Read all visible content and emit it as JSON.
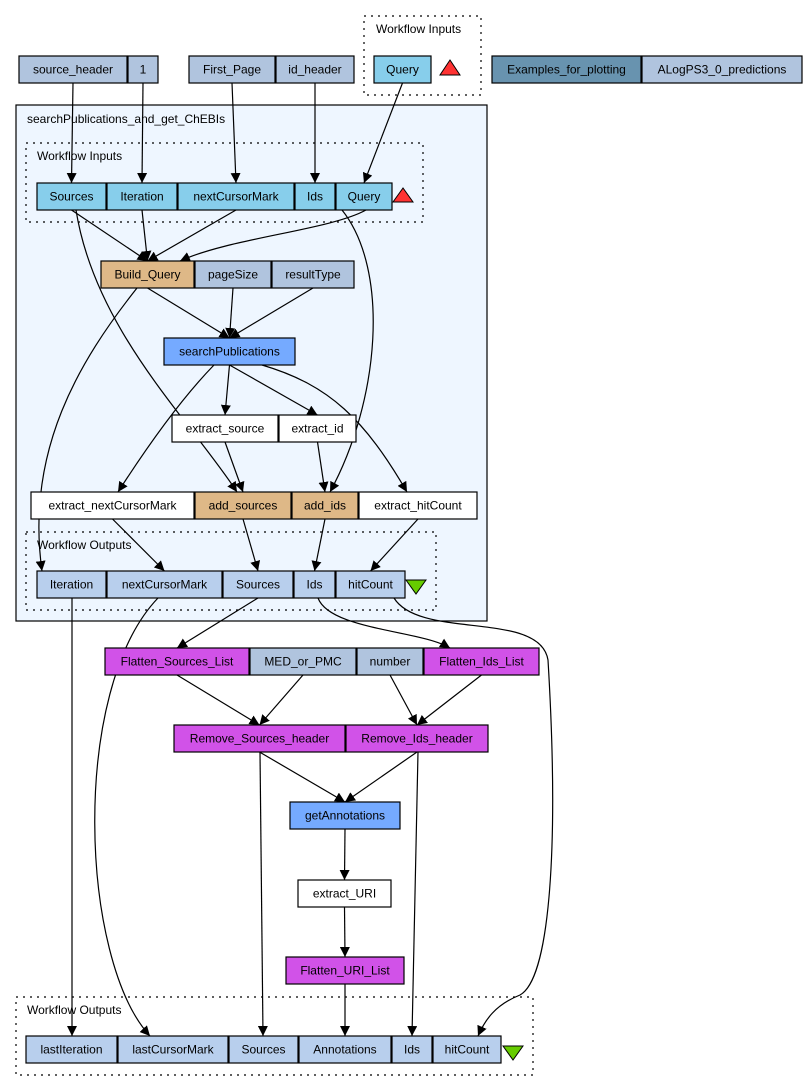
{
  "colors": {
    "constant": "#b0c4de",
    "workflow_input": "#87ceeb",
    "workflow_output": "#b8cfed",
    "beanshell": "#deb887",
    "service": "#75aaff",
    "xpath": "#ffffff",
    "flatten": "#d152e8",
    "other_constant": "#6893af",
    "nested_bg": "#eef6ff",
    "input_triangle": "#ff3333",
    "output_triangle": "#66cc00"
  },
  "clusters": {
    "top_inputs": {
      "label": "Workflow Inputs"
    },
    "nested": {
      "label": "searchPublications_and_get_ChEBIs"
    },
    "nested_inputs": {
      "label": "Workflow Inputs"
    },
    "nested_outputs": {
      "label": "Workflow Outputs"
    },
    "bottom_outputs": {
      "label": "Workflow Outputs"
    }
  },
  "nodes": [
    {
      "id": "source_header",
      "label": "source_header",
      "kind": "constant"
    },
    {
      "id": "one",
      "label": "1",
      "kind": "constant"
    },
    {
      "id": "first_page",
      "label": "First_Page",
      "kind": "constant"
    },
    {
      "id": "id_header",
      "label": "id_header",
      "kind": "constant"
    },
    {
      "id": "top_query",
      "label": "Query",
      "kind": "workflow_input"
    },
    {
      "id": "examples_for_plotting",
      "label": "Examples_for_plotting",
      "kind": "other_constant"
    },
    {
      "id": "alogps",
      "label": "ALogPS3_0_predictions",
      "kind": "constant"
    },
    {
      "id": "in_sources",
      "label": "Sources",
      "kind": "workflow_input"
    },
    {
      "id": "in_iteration",
      "label": "Iteration",
      "kind": "workflow_input"
    },
    {
      "id": "in_nextcursormark",
      "label": "nextCursorMark",
      "kind": "workflow_input"
    },
    {
      "id": "in_ids",
      "label": "Ids",
      "kind": "workflow_input"
    },
    {
      "id": "in_query",
      "label": "Query",
      "kind": "workflow_input"
    },
    {
      "id": "build_query",
      "label": "Build_Query",
      "kind": "beanshell"
    },
    {
      "id": "pagesize",
      "label": "pageSize",
      "kind": "constant"
    },
    {
      "id": "resulttype",
      "label": "resultType",
      "kind": "constant"
    },
    {
      "id": "searchpublications",
      "label": "searchPublications",
      "kind": "service"
    },
    {
      "id": "extract_source",
      "label": "extract_source",
      "kind": "xpath"
    },
    {
      "id": "extract_id",
      "label": "extract_id",
      "kind": "xpath"
    },
    {
      "id": "extract_nextcursormark",
      "label": "extract_nextCursorMark",
      "kind": "xpath"
    },
    {
      "id": "add_sources",
      "label": "add_sources",
      "kind": "beanshell"
    },
    {
      "id": "add_ids",
      "label": "add_ids",
      "kind": "beanshell"
    },
    {
      "id": "extract_hitcount",
      "label": "extract_hitCount",
      "kind": "xpath"
    },
    {
      "id": "out_iteration",
      "label": "Iteration",
      "kind": "workflow_output"
    },
    {
      "id": "out_nextcursormark",
      "label": "nextCursorMark",
      "kind": "workflow_output"
    },
    {
      "id": "out_sources",
      "label": "Sources",
      "kind": "workflow_output"
    },
    {
      "id": "out_ids",
      "label": "Ids",
      "kind": "workflow_output"
    },
    {
      "id": "out_hitcount",
      "label": "hitCount",
      "kind": "workflow_output"
    },
    {
      "id": "flatten_sources_list",
      "label": "Flatten_Sources_List",
      "kind": "flatten"
    },
    {
      "id": "med_or_pmc",
      "label": "MED_or_PMC",
      "kind": "constant"
    },
    {
      "id": "number",
      "label": "number",
      "kind": "constant"
    },
    {
      "id": "flatten_ids_list",
      "label": "Flatten_Ids_List",
      "kind": "flatten"
    },
    {
      "id": "remove_sources_header",
      "label": "Remove_Sources_header",
      "kind": "flatten"
    },
    {
      "id": "remove_ids_header",
      "label": "Remove_Ids_header",
      "kind": "flatten"
    },
    {
      "id": "getannotations",
      "label": "getAnnotations",
      "kind": "service"
    },
    {
      "id": "extract_uri",
      "label": "extract_URI",
      "kind": "xpath"
    },
    {
      "id": "flatten_uri_list",
      "label": "Flatten_URI_List",
      "kind": "flatten"
    },
    {
      "id": "final_lastiteration",
      "label": "lastIteration",
      "kind": "workflow_output"
    },
    {
      "id": "final_lastcursormark",
      "label": "lastCursorMark",
      "kind": "workflow_output"
    },
    {
      "id": "final_sources",
      "label": "Sources",
      "kind": "workflow_output"
    },
    {
      "id": "final_annotations",
      "label": "Annotations",
      "kind": "workflow_output"
    },
    {
      "id": "final_ids",
      "label": "Ids",
      "kind": "workflow_output"
    },
    {
      "id": "final_hitcount",
      "label": "hitCount",
      "kind": "workflow_output"
    }
  ],
  "edges": [
    [
      "source_header",
      "in_sources"
    ],
    [
      "one",
      "in_iteration"
    ],
    [
      "first_page",
      "in_nextcursormark"
    ],
    [
      "id_header",
      "in_ids"
    ],
    [
      "top_query",
      "in_query"
    ],
    [
      "in_sources",
      "build_query"
    ],
    [
      "in_iteration",
      "build_query"
    ],
    [
      "in_nextcursormark",
      "build_query"
    ],
    [
      "in_query",
      "build_query"
    ],
    [
      "in_sources",
      "add_sources"
    ],
    [
      "in_ids",
      "add_ids"
    ],
    [
      "in_iteration",
      "out_iteration"
    ],
    [
      "build_query",
      "searchpublications"
    ],
    [
      "pagesize",
      "searchpublications"
    ],
    [
      "resulttype",
      "searchpublications"
    ],
    [
      "searchpublications",
      "extract_source"
    ],
    [
      "searchpublications",
      "extract_id"
    ],
    [
      "searchpublications",
      "extract_nextcursormark"
    ],
    [
      "searchpublications",
      "extract_hitcount"
    ],
    [
      "extract_source",
      "add_sources"
    ],
    [
      "extract_id",
      "add_ids"
    ],
    [
      "extract_nextcursormark",
      "out_nextcursormark"
    ],
    [
      "add_sources",
      "out_sources"
    ],
    [
      "add_ids",
      "out_ids"
    ],
    [
      "extract_hitcount",
      "out_hitcount"
    ],
    [
      "out_sources",
      "flatten_sources_list"
    ],
    [
      "out_ids",
      "flatten_ids_list"
    ],
    [
      "flatten_sources_list",
      "remove_sources_header"
    ],
    [
      "med_or_pmc",
      "remove_sources_header"
    ],
    [
      "number",
      "remove_ids_header"
    ],
    [
      "flatten_ids_list",
      "remove_ids_header"
    ],
    [
      "remove_sources_header",
      "getannotations"
    ],
    [
      "remove_ids_header",
      "getannotations"
    ],
    [
      "getannotations",
      "extract_uri"
    ],
    [
      "extract_uri",
      "flatten_uri_list"
    ],
    [
      "out_iteration",
      "final_lastiteration"
    ],
    [
      "out_nextcursormark",
      "final_lastcursormark"
    ],
    [
      "remove_sources_header",
      "final_sources"
    ],
    [
      "flatten_uri_list",
      "final_annotations"
    ],
    [
      "remove_ids_header",
      "final_ids"
    ],
    [
      "out_hitcount",
      "final_hitcount"
    ]
  ]
}
